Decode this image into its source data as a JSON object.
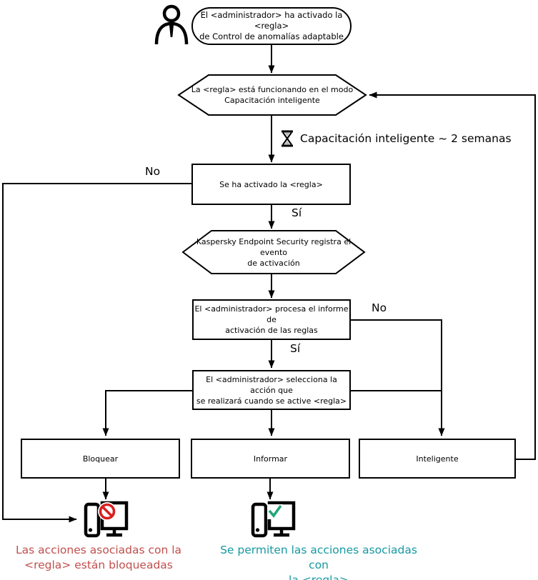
{
  "nodes": {
    "start": {
      "lines": [
        "El <administrador> ha activado la <regla>",
        "de Control de anomalías adaptable"
      ]
    },
    "training_mode": {
      "lines": [
        "La <regla> está funcionando en el modo",
        "Capacitación inteligente"
      ]
    },
    "rule_triggered": {
      "lines": [
        "Se ha activado la <regla>"
      ]
    },
    "registers_event": {
      "lines": [
        "Kaspersky Endpoint Security registra el evento",
        "de activación"
      ]
    },
    "processes_report": {
      "lines": [
        "El <administrador> procesa el informe de",
        "activación de las reglas"
      ]
    },
    "selects_action": {
      "lines": [
        "El <administrador> selecciona la acción que",
        "se realizará cuando se active <regla>"
      ]
    },
    "action_block": {
      "label": "Bloquear"
    },
    "action_inform": {
      "label": "Informar"
    },
    "action_smart": {
      "label": "Inteligente"
    }
  },
  "labels": {
    "timer": "Capacitación inteligente ~ 2 semanas",
    "no_left": "No",
    "yes_first": "Sí",
    "no_right": "No",
    "yes_second": "Sí"
  },
  "outcomes": {
    "blocked": {
      "lines": [
        "Las acciones asociadas con la",
        "<regla> están bloqueadas"
      ],
      "color": "#c0504d"
    },
    "allowed": {
      "lines": [
        "Se permiten las acciones asociadas con",
        "la <regla>"
      ],
      "color": "#1699a2"
    }
  },
  "icons": {
    "person": "person-icon",
    "hourglass": "hourglass-icon",
    "computer_blocked": "computer-blocked-icon",
    "computer_allowed": "computer-allowed-icon"
  },
  "colors": {
    "stroke": "#000000",
    "prohibition": "#d91f1f",
    "check": "#21a575"
  }
}
